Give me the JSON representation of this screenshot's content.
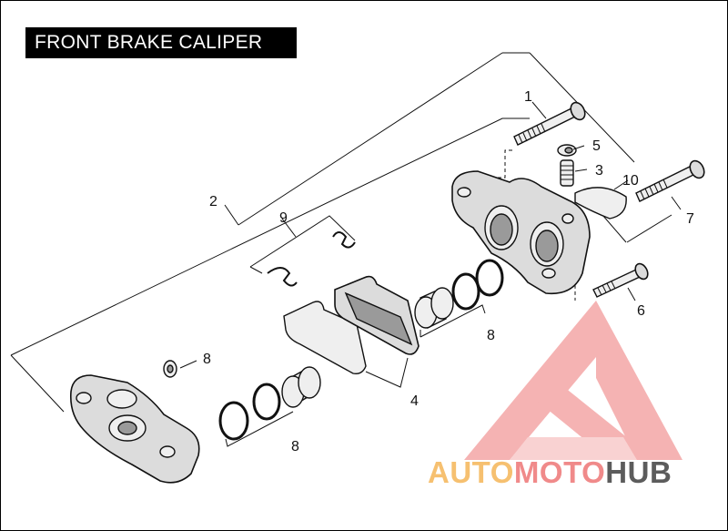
{
  "title": "FRONT BRAKE CALIPER",
  "callouts": [
    {
      "id": "c1",
      "label": "1"
    },
    {
      "id": "c2",
      "label": "2"
    },
    {
      "id": "c3",
      "label": "3"
    },
    {
      "id": "c4",
      "label": "4"
    },
    {
      "id": "c5",
      "label": "5"
    },
    {
      "id": "c6",
      "label": "6"
    },
    {
      "id": "c7",
      "label": "7"
    },
    {
      "id": "c8a",
      "label": "8"
    },
    {
      "id": "c8b",
      "label": "8"
    },
    {
      "id": "c8c",
      "label": "8"
    },
    {
      "id": "c9",
      "label": "9"
    },
    {
      "id": "c10",
      "label": "10"
    }
  ],
  "watermark": {
    "part1": "AUTO",
    "part2": "MOTO",
    "part3": "HUB",
    "colors": {
      "auto": "#f6c070",
      "moto": "#f08a8a",
      "hub": "#5c5c5c",
      "logo": "#f29a9a"
    }
  }
}
